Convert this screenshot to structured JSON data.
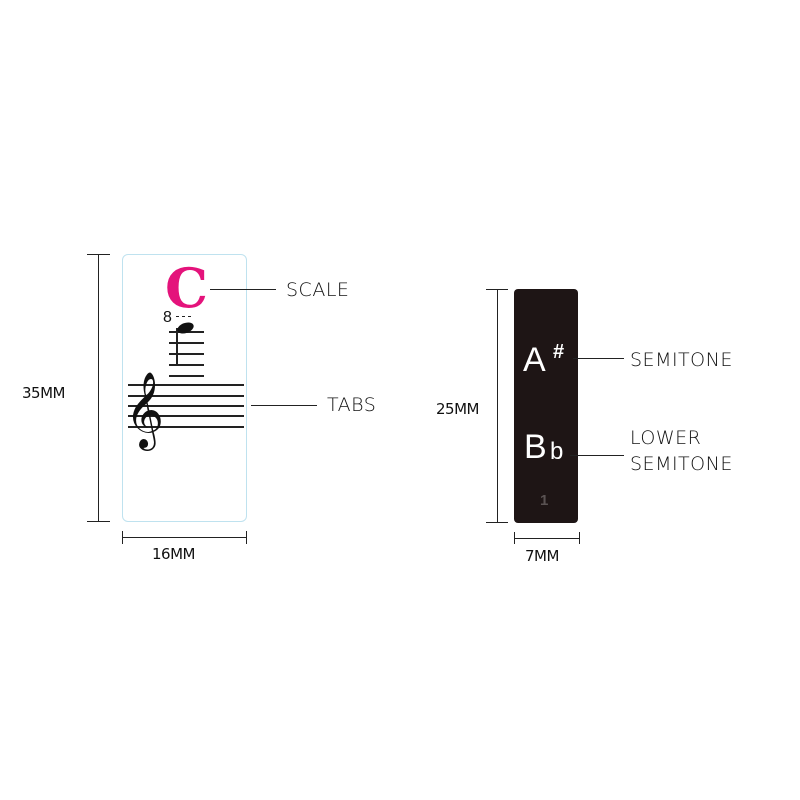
{
  "left_sticker": {
    "scale_letter": "C",
    "ottava_mark": "8",
    "clef_glyph": "𝄞",
    "height_label": "35MM",
    "width_label": "16MM",
    "callouts": {
      "scale": "SCALE",
      "tabs": "TABS"
    },
    "colors": {
      "scale_letter": "#e4137b",
      "border": "#bfe2ef"
    }
  },
  "right_sticker": {
    "sharp_note": "A",
    "sharp_symbol": "#",
    "flat_note": "B",
    "flat_symbol": "b",
    "key_number": "1",
    "height_label": "25MM",
    "width_label": "7MM",
    "callouts": {
      "semitone": "SEMITONE",
      "lower_semitone_line1": "LOWER",
      "lower_semitone_line2": "SEMITONE"
    },
    "colors": {
      "background": "#1e1515",
      "text": "#ffffff"
    }
  }
}
